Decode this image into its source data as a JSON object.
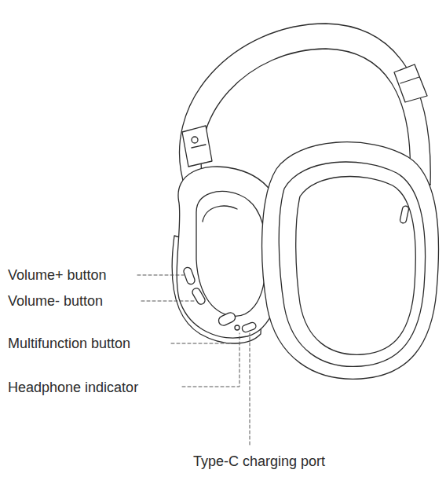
{
  "diagram": {
    "labels": [
      "Volume+ button",
      "Volume- button",
      "Multifunction button",
      "Headphone indicator",
      "Type-C charging port"
    ]
  }
}
